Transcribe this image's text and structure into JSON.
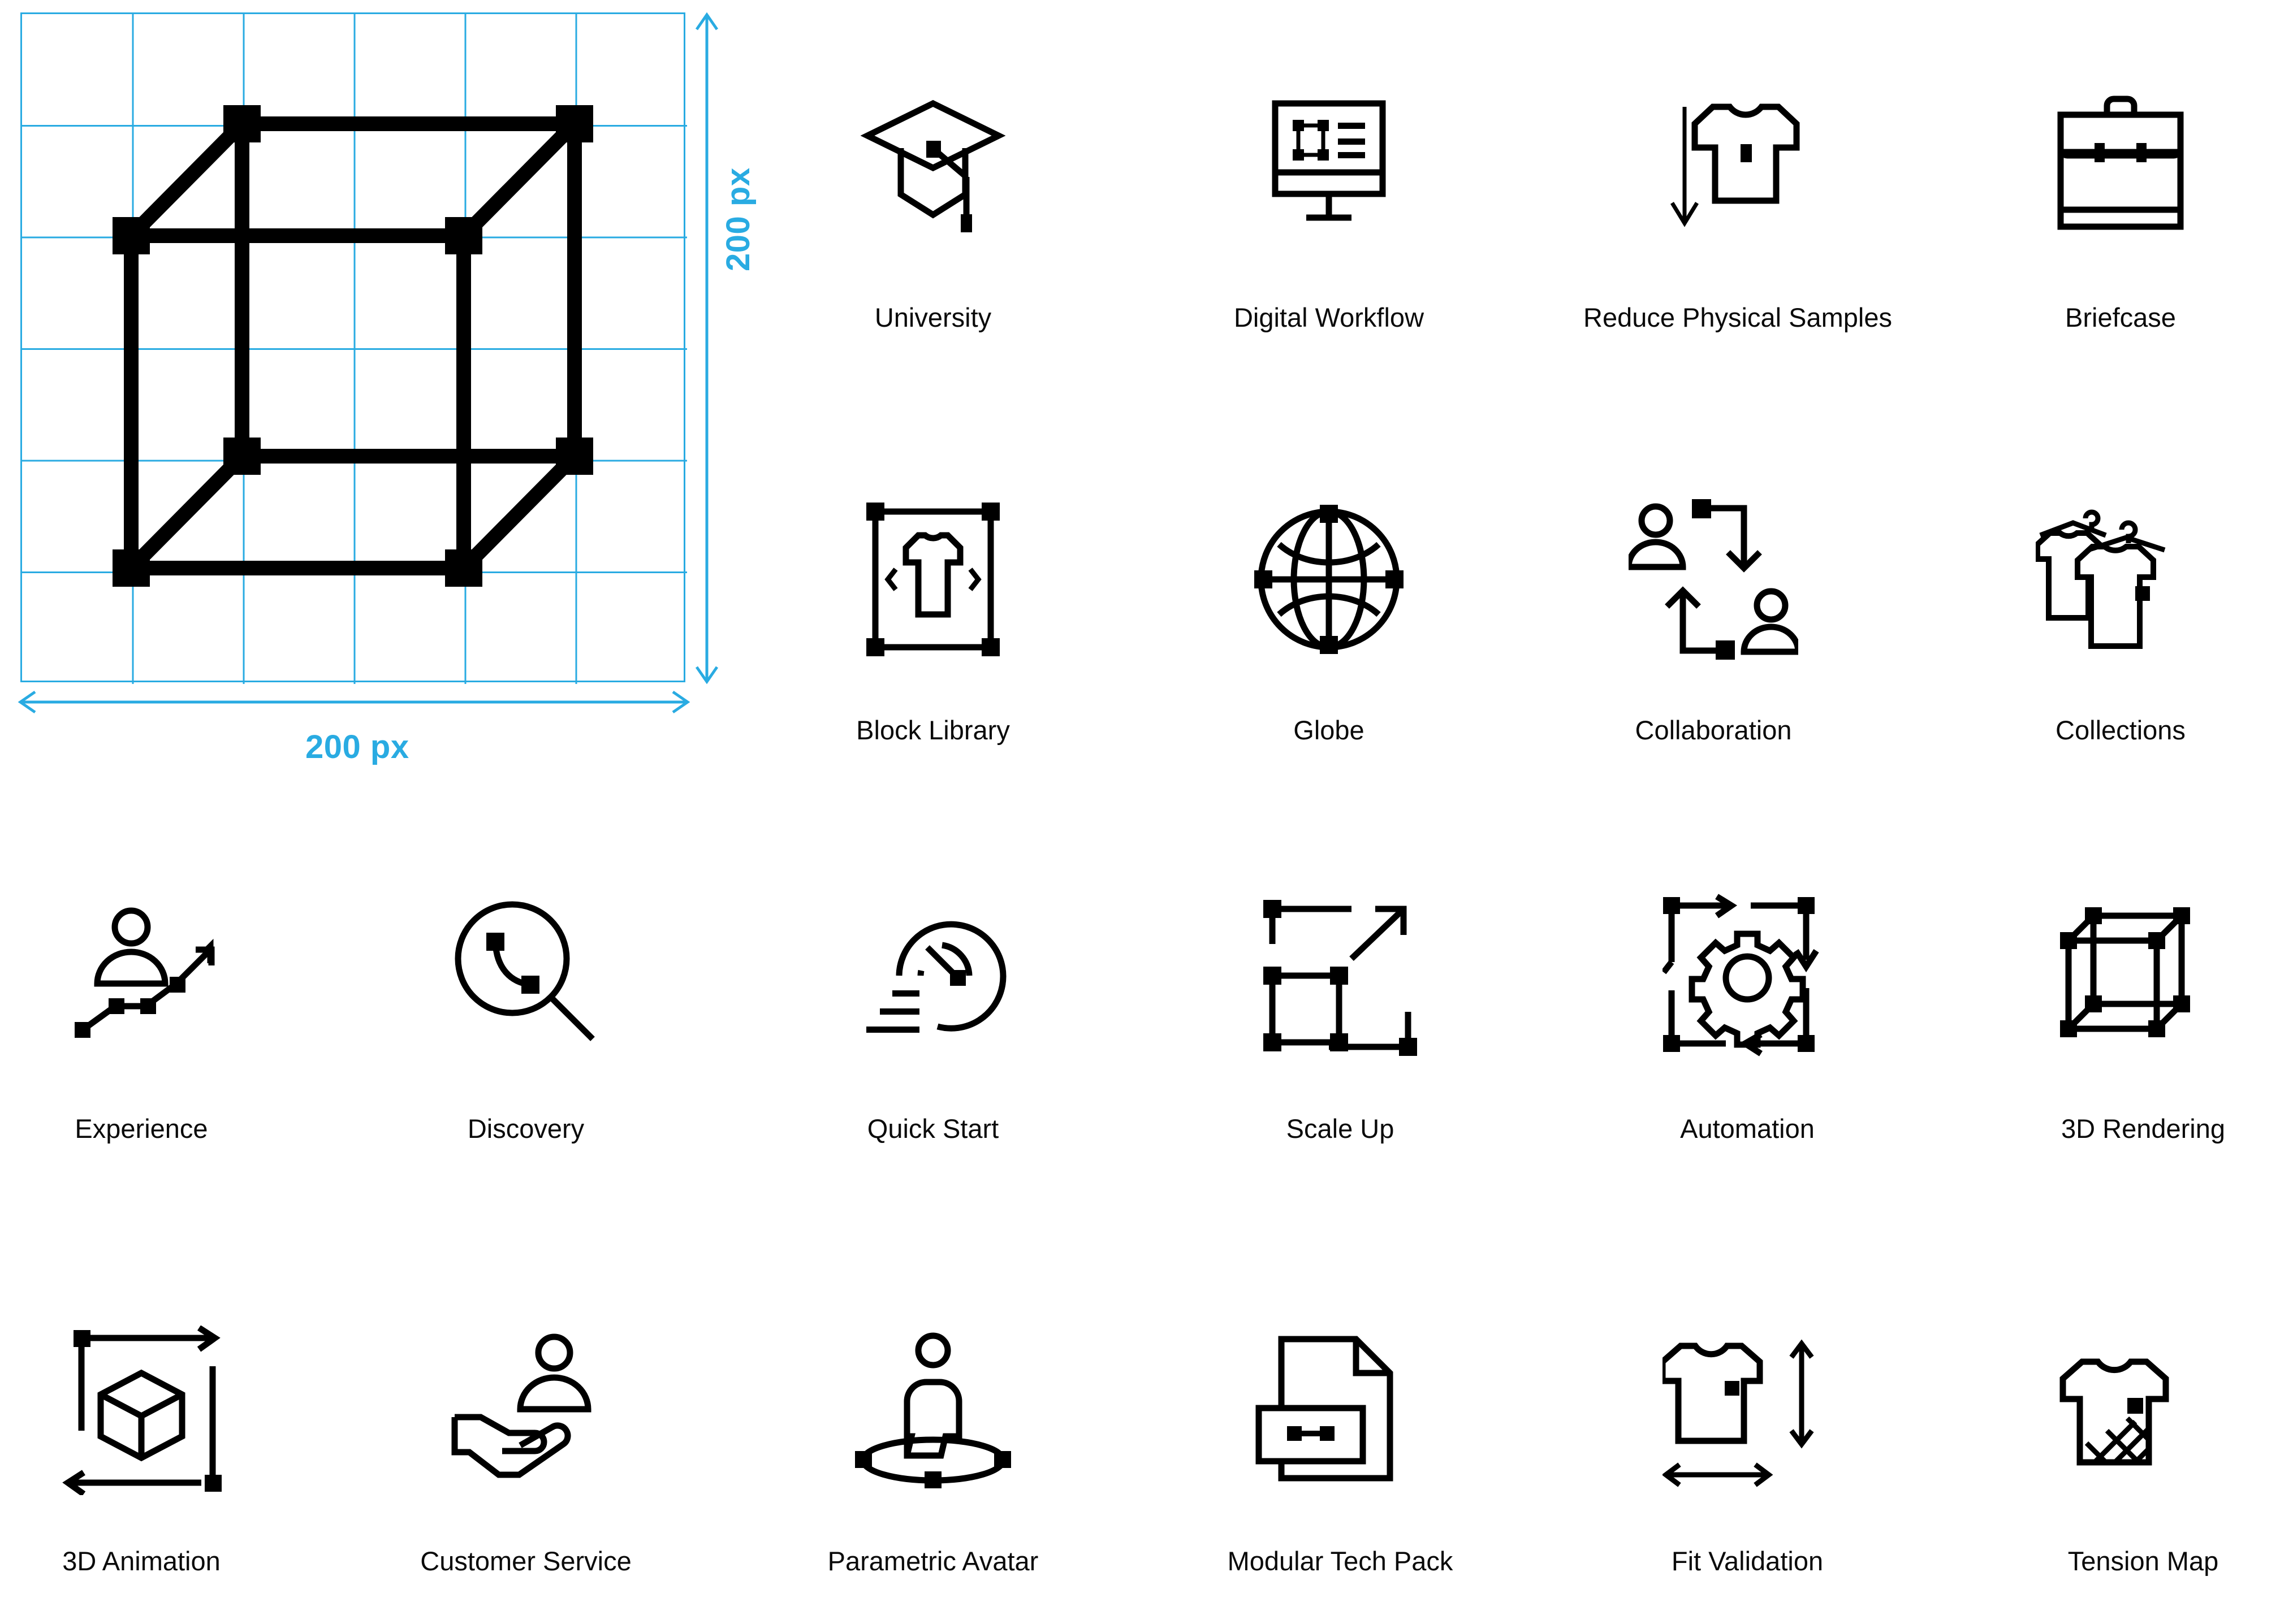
{
  "spec": {
    "grid_color": "#29ABE2",
    "stroke_color": "#000000",
    "background": "#ffffff",
    "width_label": "200 px",
    "height_label": "200 px",
    "grid_columns": 6,
    "grid_rows": 6,
    "artboard_icon": "cube-wireframe-icon"
  },
  "grid": {
    "columns": 6,
    "rows": 4,
    "icons": [
      {
        "id": "university",
        "label": "University",
        "icon": "graduation-cap-icon",
        "row": 1,
        "col": 3
      },
      {
        "id": "digital-workflow",
        "label": "Digital Workflow",
        "icon": "monitor-nodes-icon",
        "row": 1,
        "col": 4
      },
      {
        "id": "reduce-physical-samples",
        "label": "Reduce Physical Samples",
        "icon": "tshirt-down-arrow-icon",
        "row": 1,
        "col": 5
      },
      {
        "id": "briefcase",
        "label": "Briefcase",
        "icon": "briefcase-icon",
        "row": 1,
        "col": 6
      },
      {
        "id": "block-library",
        "label": "Block Library",
        "icon": "tshirt-bounding-box-icon",
        "row": 2,
        "col": 3
      },
      {
        "id": "globe",
        "label": "Globe",
        "icon": "globe-icon",
        "row": 2,
        "col": 4
      },
      {
        "id": "collaboration",
        "label": "Collaboration",
        "icon": "two-people-cycle-icon",
        "row": 2,
        "col": 5
      },
      {
        "id": "collections",
        "label": "Collections",
        "icon": "tshirts-on-hangers-icon",
        "row": 2,
        "col": 6
      },
      {
        "id": "experience",
        "label": "Experience",
        "icon": "person-growth-graph-icon",
        "row": 3,
        "col": 1
      },
      {
        "id": "discovery",
        "label": "Discovery",
        "icon": "magnifier-bezier-icon",
        "row": 3,
        "col": 2
      },
      {
        "id": "quick-start",
        "label": "Quick Start",
        "icon": "speedometer-icon",
        "row": 3,
        "col": 3
      },
      {
        "id": "scale-up",
        "label": "Scale Up",
        "icon": "scale-arrow-icon",
        "row": 3,
        "col": 4
      },
      {
        "id": "automation",
        "label": "Automation",
        "icon": "gear-cycle-icon",
        "row": 3,
        "col": 5
      },
      {
        "id": "3d-rendering",
        "label": "3D Rendering",
        "icon": "cube-wireframe-icon",
        "row": 3,
        "col": 6
      },
      {
        "id": "3d-animation",
        "label": "3D Animation",
        "icon": "cube-rotate-icon",
        "row": 4,
        "col": 1
      },
      {
        "id": "customer-service",
        "label": "Customer Service",
        "icon": "hand-person-icon",
        "row": 4,
        "col": 2
      },
      {
        "id": "parametric-avatar",
        "label": "Parametric Avatar",
        "icon": "avatar-orbit-icon",
        "row": 4,
        "col": 3
      },
      {
        "id": "modular-tech-pack",
        "label": "Modular Tech Pack",
        "icon": "document-module-icon",
        "row": 4,
        "col": 4
      },
      {
        "id": "fit-validation",
        "label": "Fit Validation",
        "icon": "tshirt-dimensions-icon",
        "row": 4,
        "col": 5
      },
      {
        "id": "tension-map",
        "label": "Tension Map",
        "icon": "tshirt-mesh-icon",
        "row": 4,
        "col": 6
      }
    ]
  }
}
